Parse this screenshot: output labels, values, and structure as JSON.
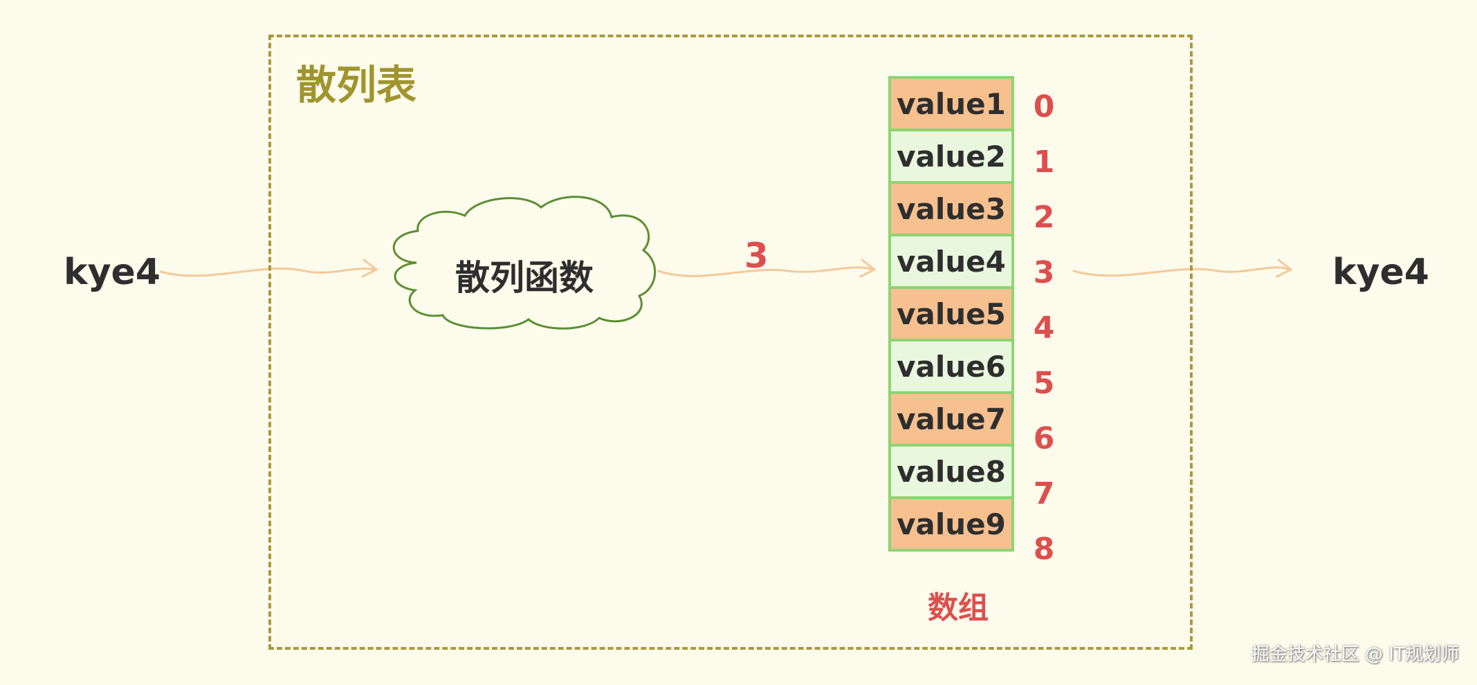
{
  "diagram": {
    "frame_title": "散列表",
    "input_key": "kye4",
    "hash_function": "散列函数",
    "hash_result": "3",
    "output_key": "kye4",
    "array_caption": "数组",
    "cells": [
      {
        "value": "value1",
        "index": "0"
      },
      {
        "value": "value2",
        "index": "1"
      },
      {
        "value": "value3",
        "index": "2"
      },
      {
        "value": "value4",
        "index": "3"
      },
      {
        "value": "value5",
        "index": "4"
      },
      {
        "value": "value6",
        "index": "5"
      },
      {
        "value": "value7",
        "index": "6"
      },
      {
        "value": "value8",
        "index": "7"
      },
      {
        "value": "value9",
        "index": "8"
      }
    ],
    "colors": {
      "background": "#fdfbeb",
      "frame": "#a89a3a",
      "title": "#a0942e",
      "accent_red": "#dd4f4f",
      "cell_orange": "#f6c08f",
      "cell_green": "#e8f7dd",
      "cell_border": "#8ed470",
      "arrow": "#f3c99b",
      "cloud_stroke": "#5a8f32"
    }
  },
  "watermark": "掘金技术社区 @ IT规划师"
}
